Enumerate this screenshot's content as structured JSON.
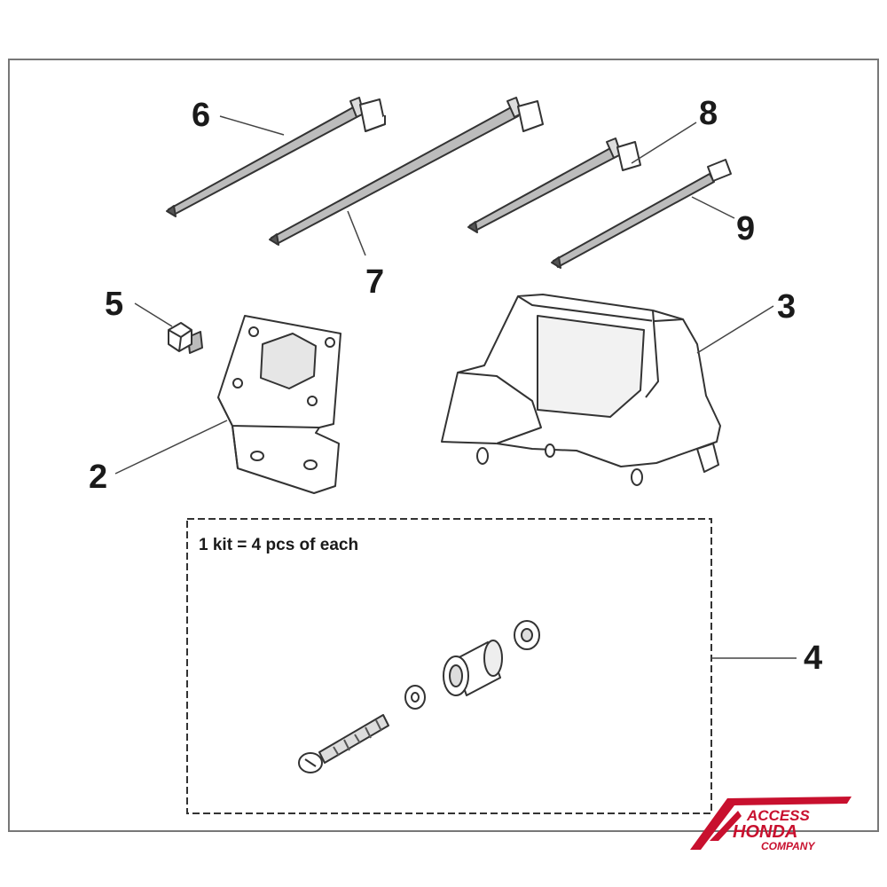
{
  "diagram": {
    "callouts": {
      "c1": "6",
      "c2": "7",
      "c3": "8",
      "c4": "9",
      "c5": "5",
      "c6": "3",
      "c7": "2",
      "c8": "4"
    },
    "kit_note": "1 kit = 4 pcs of each"
  },
  "logo": {
    "line1": "ACCESS",
    "line2": "HONDA",
    "line3": "COMPANY",
    "color": "#c8102e"
  }
}
